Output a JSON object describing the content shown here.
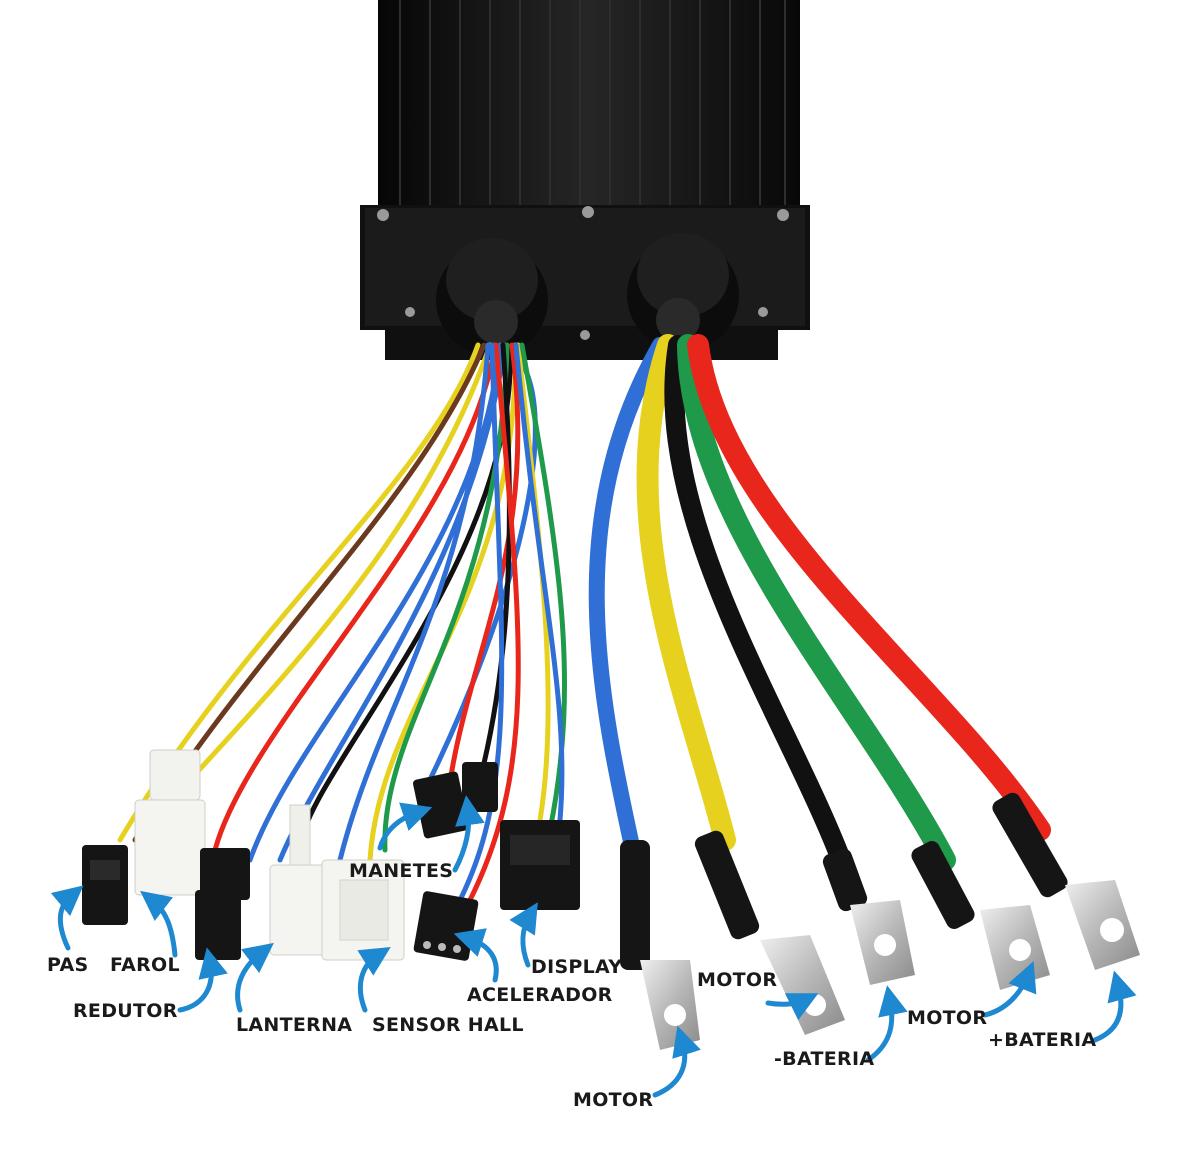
{
  "labels": {
    "pas": "PAS",
    "farol": "FAROL",
    "redutor": "REDUTOR",
    "lanterna": "LANTERNA",
    "sensor_hall": "SENSOR HALL",
    "manetes": "MANETES",
    "acelerador": "ACELERADOR",
    "display": "DISPLAY",
    "motor_1": "MOTOR",
    "motor_2": "MOTOR",
    "motor_3": "MOTOR",
    "bateria_neg": "-BATERIA",
    "bateria_pos": "+BATERIA"
  },
  "colors": {
    "arrow": "#1e88d0",
    "controller_body": "#141414",
    "wire_yellow": "#e6d21e",
    "wire_green": "#1f9a4a",
    "wire_black": "#111111",
    "wire_red": "#e8261c",
    "wire_blue": "#2f6fd6",
    "wire_brown": "#6b3a1e",
    "terminal_silver": "#c9c9c9"
  }
}
